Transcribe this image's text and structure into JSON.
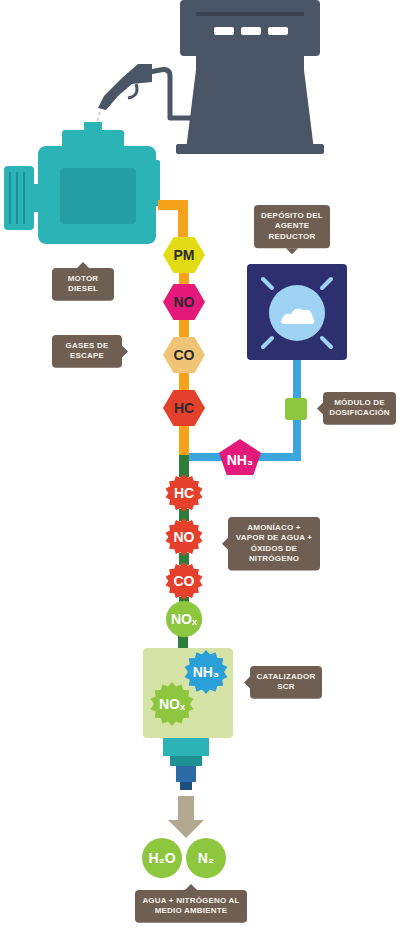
{
  "diagram": {
    "nodes": [
      {
        "text": [
          "DEPÓSITO DEL AGENTE REDUCTOR"
        ]
      },
      {
        "text": [
          "PM"
        ]
      },
      {
        "text": [
          "MOTOR DIESEL"
        ]
      },
      {
        "text": [
          "NO"
        ]
      },
      {
        "text": [
          "GASES DE ESCAPE"
        ]
      },
      {
        "text": [
          "CO"
        ]
      },
      {
        "text": [
          "MÓDULO DE DOSIFICACIÓN"
        ]
      },
      {
        "text": [
          "HC"
        ]
      },
      {
        "text": [
          "NH₃"
        ]
      },
      {
        "text": [
          "HC"
        ]
      },
      {
        "text": [
          "AMONÍACO + VAPOR DE AGUA + ÓXIDOS DE NITRÓGENO"
        ]
      },
      {
        "text": [
          "NO"
        ]
      },
      {
        "text": [
          "CO"
        ]
      },
      {
        "text": [
          "NOₓ"
        ]
      },
      {
        "text": [
          "NH₃"
        ]
      },
      {
        "text": [
          "CATALIZADOR SCR"
        ]
      },
      {
        "text": [
          "NOₓ"
        ]
      },
      {
        "text": [
          "H₂O"
        ]
      },
      {
        "text": [
          "N₂"
        ]
      },
      {
        "text": [
          "AGUA + NITRÓGENO AL MEDIO AMBIENTE"
        ]
      }
    ],
    "edges": [
      {
        "from": 8,
        "to": 9,
        "arrow": "none"
      },
      {
        "from": 1,
        "to": 3,
        "arrow": "none"
      },
      {
        "from": 3,
        "to": 5,
        "arrow": "none"
      },
      {
        "from": 5,
        "to": 7,
        "arrow": "none"
      },
      {
        "from": 7,
        "to": 9,
        "arrow": "none"
      },
      {
        "from": 9,
        "to": 11,
        "arrow": "none"
      },
      {
        "from": 11,
        "to": 12,
        "arrow": "none"
      },
      {
        "from": 12,
        "to": 13,
        "arrow": "none"
      }
    ]
  }
}
